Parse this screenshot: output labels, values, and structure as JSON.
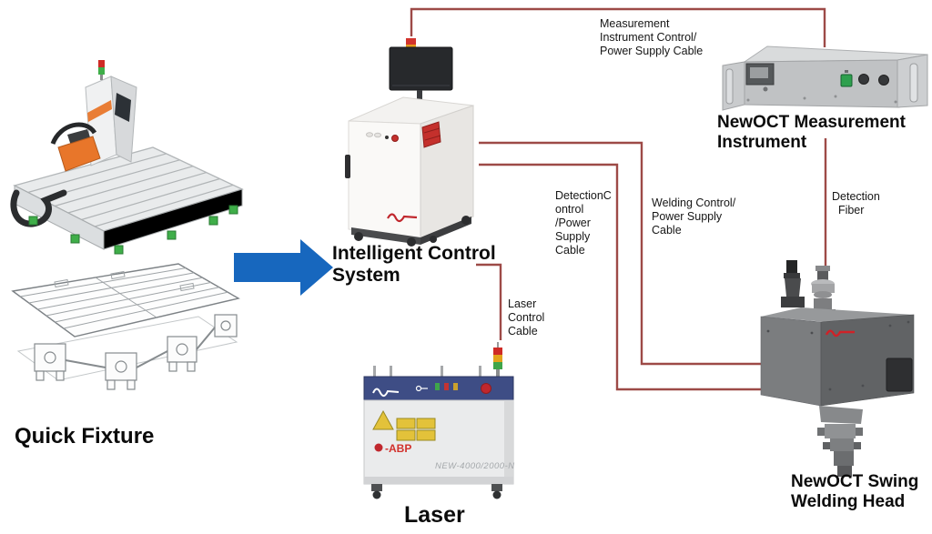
{
  "diagram": {
    "colors": {
      "cable_line": "#9d4a47",
      "arrow_blue": "#1767be",
      "accent_red": "#c4302c",
      "laser_band_blue": "#3e4d85",
      "warning_yellow": "#e3c23a",
      "machine_orange": "#e8762a",
      "foot_green": "#3fae49"
    },
    "nodes": {
      "quick_fixture": {
        "label": "Quick Fixture"
      },
      "intelligent_control_system": {
        "label": "Intelligent Control\nSystem"
      },
      "laser": {
        "label": "Laser",
        "model": "NEW-4000/2000-N",
        "abp_badge": "-ABP"
      },
      "measurement_instrument": {
        "label": "NewOCT Measurement\nInstrument"
      },
      "welding_head": {
        "label": "NewOCT Swing\nWelding Head"
      }
    },
    "cables": [
      {
        "id": "measurement-cable",
        "label": "Measurement\nInstrument Control/\nPower Supply Cable",
        "from": "intelligent_control_system",
        "to": "measurement_instrument"
      },
      {
        "id": "welding-cable",
        "label": "Welding Control/\nPower Supply\nCable",
        "from": "intelligent_control_system",
        "to": "welding_head"
      },
      {
        "id": "detection-cable",
        "label": "DetectionC\nontrol\n/Power\nSupply\nCable",
        "from": "intelligent_control_system",
        "to": "welding_head"
      },
      {
        "id": "detection-fiber",
        "label": "Detection\n  Fiber",
        "from": "measurement_instrument",
        "to": "welding_head"
      },
      {
        "id": "laser-cable",
        "label": "Laser\nControl\nCable",
        "from": "intelligent_control_system",
        "to": "laser"
      }
    ]
  }
}
